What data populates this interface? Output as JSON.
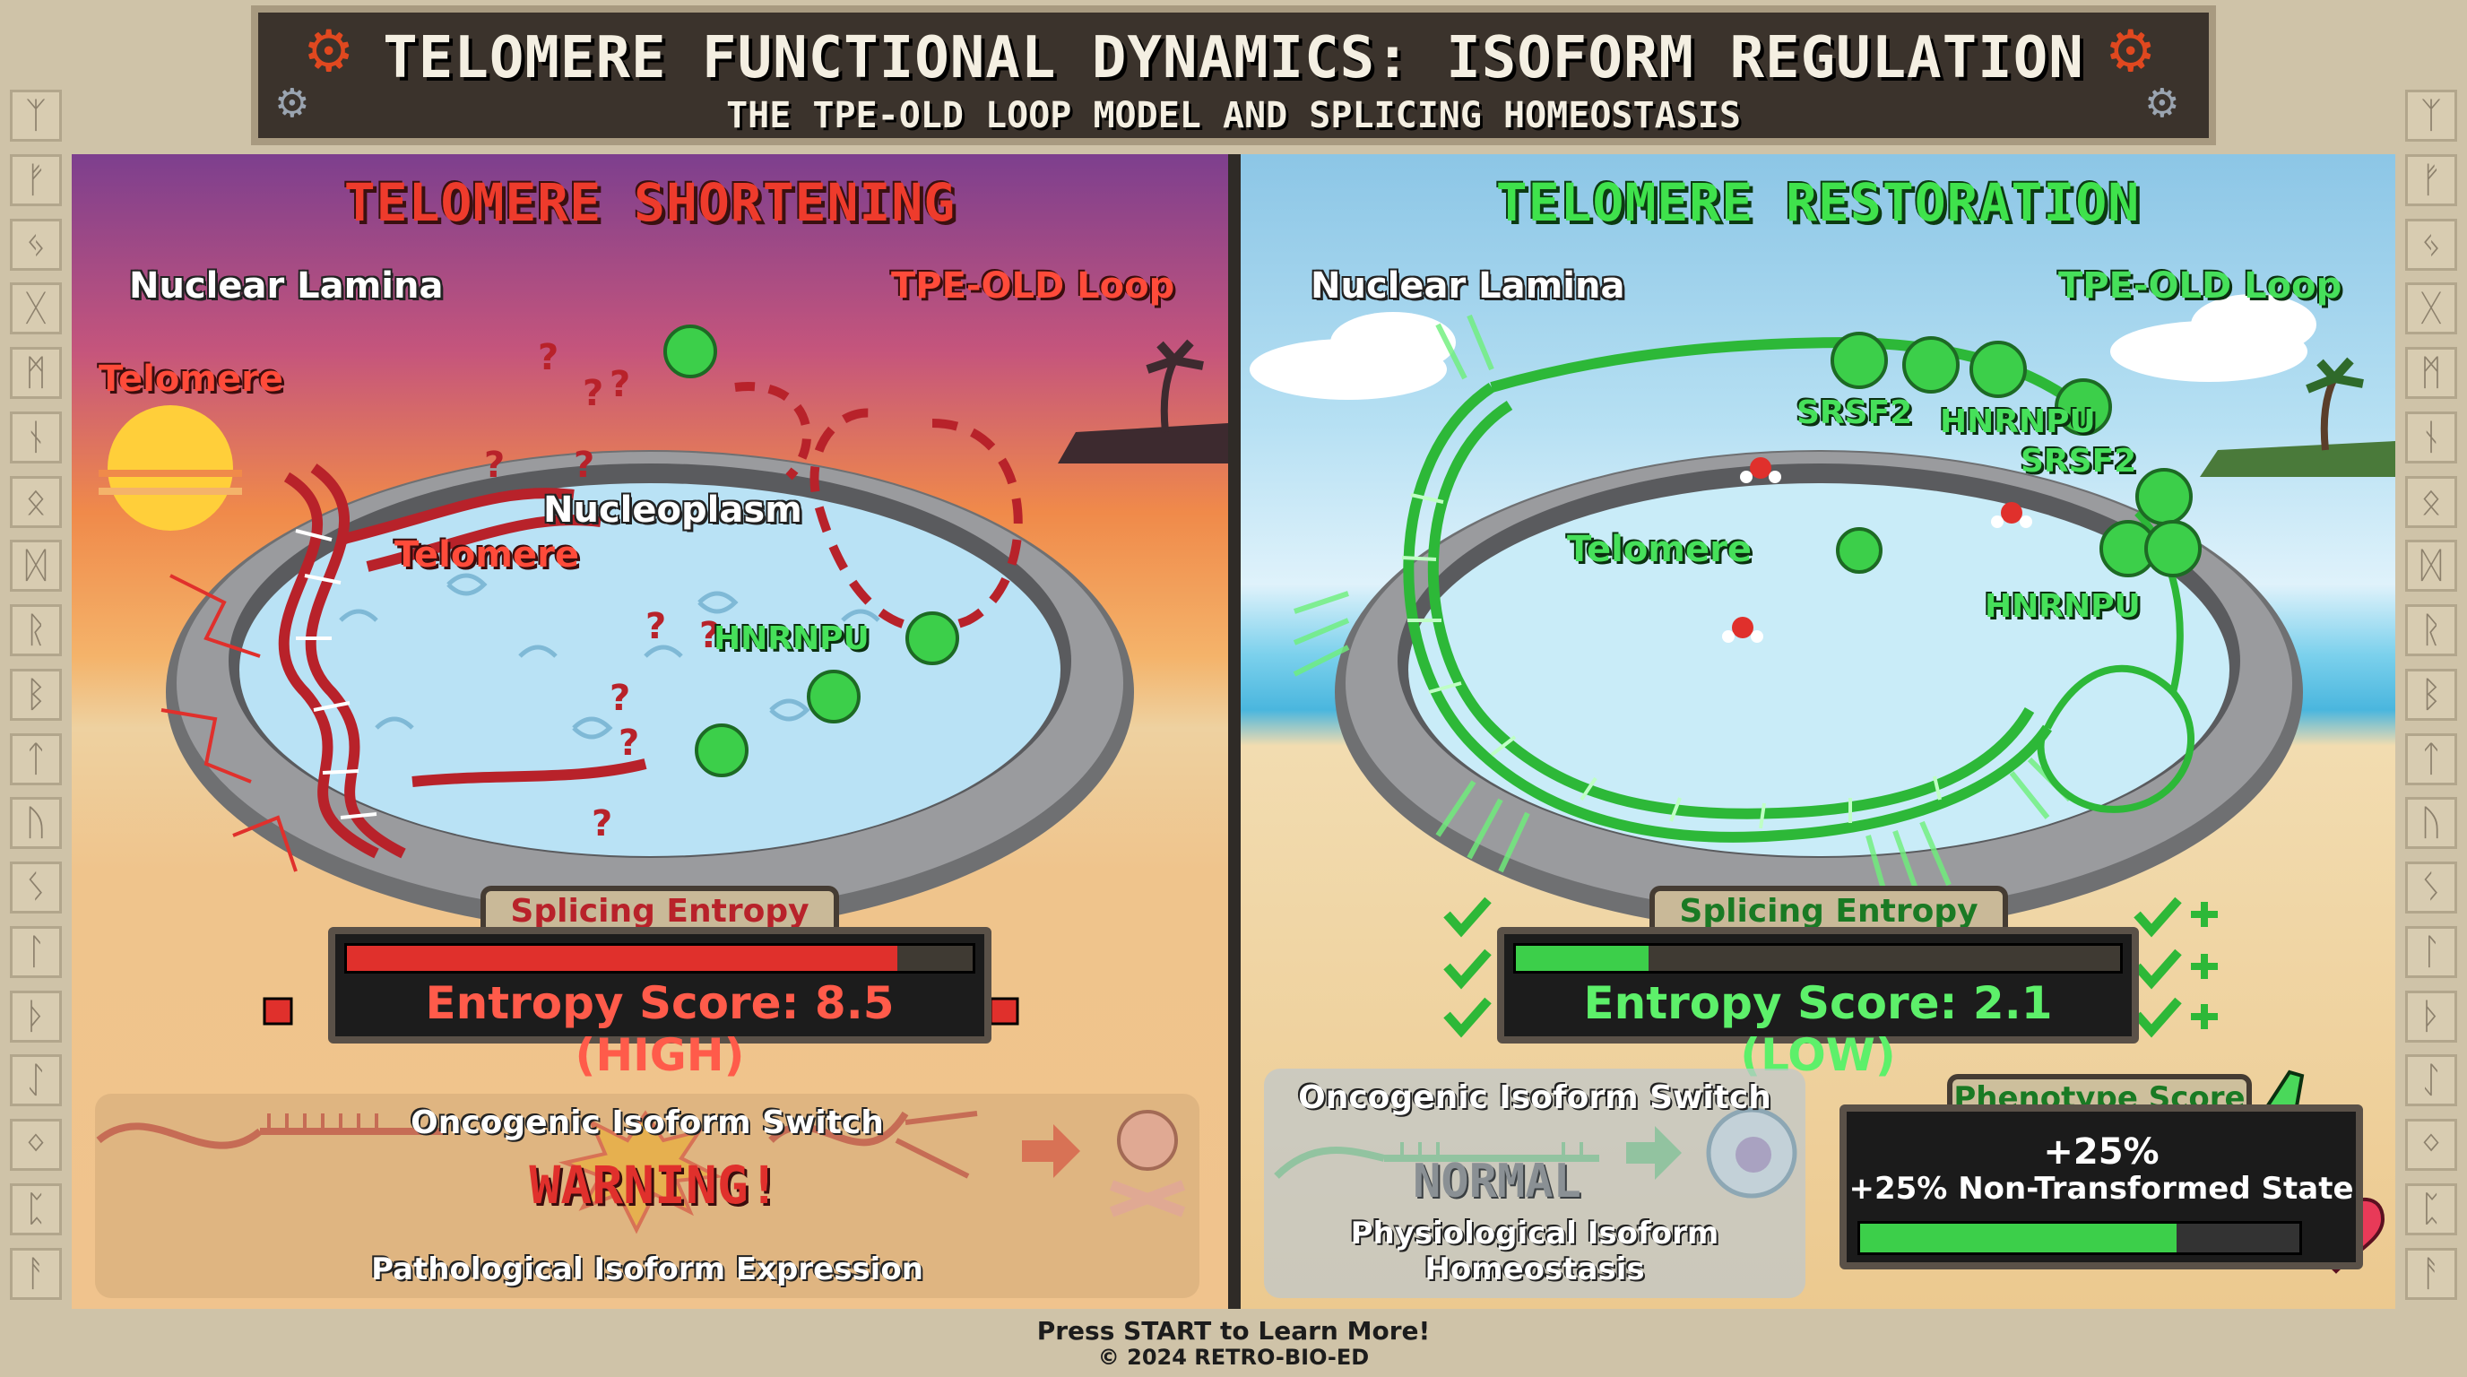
{
  "title": "TELOMERE FUNCTIONAL DYNAMICS: ISOFORM REGULATION",
  "subtitle": "THE TPE-OLD LOOP MODEL AND SPLICING HOMEOSTASIS",
  "left": {
    "heading": "TELOMERE SHORTENING",
    "labels": {
      "nuclear_lamina": "Nuclear Lamina",
      "tpe_old_loop": "TPE-OLD Loop",
      "telomere_outer": "Telomere",
      "telomere_inner": "Telomere",
      "nucleoplasm": "Nucleoplasm",
      "hnrnpu": "HNRNPU"
    },
    "meter": {
      "tab": "Splicing Entropy",
      "score": "Entropy Score: 8.5 (HIGH)",
      "level": 0.88
    },
    "isoform": {
      "title": "Oncogenic Isoform Switch",
      "badge": "WARNING!",
      "footer": "Pathological Isoform Expression"
    }
  },
  "right": {
    "heading": "TELOMERE RESTORATION",
    "labels": {
      "nuclear_lamina": "Nuclear Lamina",
      "tpe_old_loop": "TPE-OLD Loop",
      "srsf2_a": "SRSF2",
      "hnrnpu_a": "HNRNPU",
      "srsf2_b": "SRSF2",
      "telomere": "Telomere",
      "hnrnpu_b": "HNRNPU"
    },
    "meter": {
      "tab": "Splicing Entropy",
      "score": "Entropy Score: 2.1 (LOW)",
      "level": 0.22
    },
    "isoform": {
      "title": "Oncogenic Isoform Switch",
      "badge": "NORMAL",
      "footer": "Physiological Isoform Homeostasis"
    },
    "phenotype": {
      "tab": "Phenotype Score",
      "value": "+25%",
      "description": "+25% Non-Transformed State",
      "level": 0.72
    }
  },
  "footer": {
    "prompt": "Press START to Learn More!",
    "copyright": "© 2024 RETRO-BIO-ED"
  },
  "colors": {
    "left_accent": "#ee3b2c",
    "right_accent": "#3fe24c",
    "title_bg": "#3b332c"
  }
}
